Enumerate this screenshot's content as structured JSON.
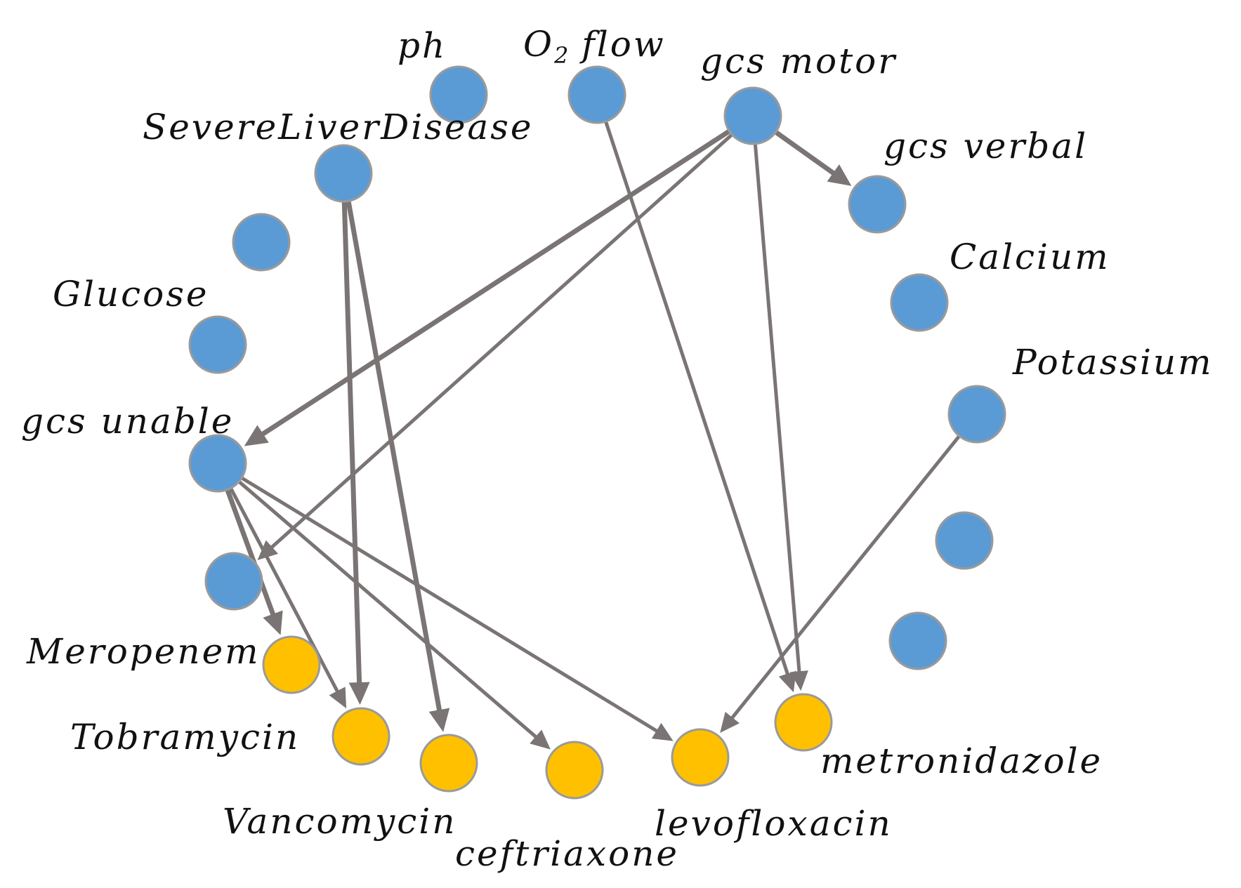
{
  "diagram": {
    "colors": {
      "feature_node": "#5b9bd5",
      "drug_node": "#ffc000",
      "node_border": "#9a9a9a",
      "edge": "#7a7474",
      "text": "#111111"
    },
    "nodes": [
      {
        "id": "ph",
        "label": "ph",
        "group": "feature"
      },
      {
        "id": "o2flow",
        "label": "O",
        "label_sub": "2",
        "label_rest": " flow",
        "group": "feature"
      },
      {
        "id": "gcsmotor",
        "label": "gcs motor",
        "group": "feature"
      },
      {
        "id": "severeliver",
        "label": "SevereLiverDisease",
        "group": "feature"
      },
      {
        "id": "gcsverbal",
        "label": "gcs verbal",
        "group": "feature"
      },
      {
        "id": "unlabeled_a",
        "label": "",
        "group": "feature"
      },
      {
        "id": "calcium",
        "label": "Calcium",
        "group": "feature"
      },
      {
        "id": "glucose",
        "label": "Glucose",
        "group": "feature"
      },
      {
        "id": "potassium",
        "label": "Potassium",
        "group": "feature"
      },
      {
        "id": "gcsunable",
        "label": "gcs unable",
        "group": "feature"
      },
      {
        "id": "unlabeled_b",
        "label": "",
        "group": "feature"
      },
      {
        "id": "unlabeled_c",
        "label": "",
        "group": "feature"
      },
      {
        "id": "unlabeled_d",
        "label": "",
        "group": "feature"
      },
      {
        "id": "meropenem",
        "label": "Meropenem",
        "group": "drug"
      },
      {
        "id": "tobramycin",
        "label": "Tobramycin",
        "group": "drug"
      },
      {
        "id": "vancomycin",
        "label": "Vancomycin",
        "group": "drug"
      },
      {
        "id": "ceftriaxone",
        "label": "ceftriaxone",
        "group": "drug"
      },
      {
        "id": "levofloxacin",
        "label": "levofloxacin",
        "group": "drug"
      },
      {
        "id": "metronidazole",
        "label": "metronidazole",
        "group": "drug"
      }
    ],
    "edges": [
      {
        "from": "gcsmotor",
        "to": "gcsunable",
        "weight": "strong"
      },
      {
        "from": "gcsmotor",
        "to": "gcsverbal",
        "weight": "strong"
      },
      {
        "from": "gcsmotor",
        "to": "metronidazole",
        "weight": "normal"
      },
      {
        "from": "gcsmotor",
        "to": "unlabeled_c",
        "weight": "normal"
      },
      {
        "from": "o2flow",
        "to": "metronidazole",
        "weight": "normal"
      },
      {
        "from": "severeliver",
        "to": "tobramycin",
        "weight": "strong"
      },
      {
        "from": "severeliver",
        "to": "vancomycin",
        "weight": "strong"
      },
      {
        "from": "gcsunable",
        "to": "meropenem",
        "weight": "strong"
      },
      {
        "from": "gcsunable",
        "to": "tobramycin",
        "weight": "normal"
      },
      {
        "from": "gcsunable",
        "to": "ceftriaxone",
        "weight": "normal"
      },
      {
        "from": "gcsunable",
        "to": "levofloxacin",
        "weight": "normal"
      },
      {
        "from": "potassium",
        "to": "levofloxacin",
        "weight": "normal"
      }
    ]
  }
}
